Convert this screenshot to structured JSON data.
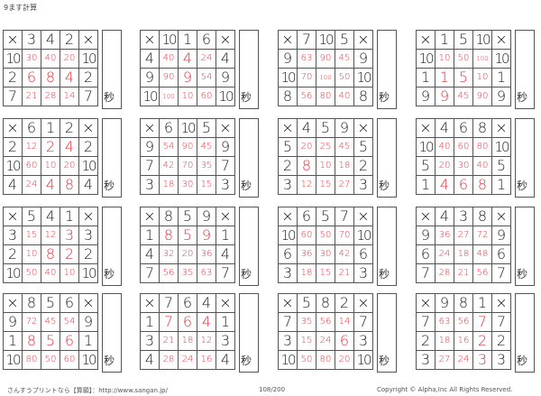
{
  "title": "9ます計算",
  "op_symbol": "×",
  "seconds_label": "秒",
  "grids": [
    {
      "cols": [
        3,
        4,
        2
      ],
      "rows": [
        10,
        2,
        7
      ],
      "products": [
        [
          30,
          40,
          20
        ],
        [
          6,
          8,
          4
        ],
        [
          21,
          28,
          14
        ]
      ]
    },
    {
      "cols": [
        10,
        1,
        6
      ],
      "rows": [
        4,
        9,
        10
      ],
      "products": [
        [
          40,
          4,
          24
        ],
        [
          90,
          9,
          54
        ],
        [
          100,
          10,
          60
        ]
      ]
    },
    {
      "cols": [
        7,
        10,
        5
      ],
      "rows": [
        9,
        10,
        8
      ],
      "products": [
        [
          63,
          90,
          45
        ],
        [
          70,
          100,
          50
        ],
        [
          56,
          80,
          40
        ]
      ]
    },
    {
      "cols": [
        1,
        5,
        10
      ],
      "rows": [
        10,
        1,
        9
      ],
      "products": [
        [
          10,
          50,
          100
        ],
        [
          1,
          5,
          10
        ],
        [
          9,
          45,
          90
        ]
      ]
    },
    {
      "cols": [
        6,
        1,
        2
      ],
      "rows": [
        2,
        10,
        4
      ],
      "products": [
        [
          12,
          2,
          4
        ],
        [
          60,
          10,
          20
        ],
        [
          24,
          4,
          8
        ]
      ]
    },
    {
      "cols": [
        6,
        10,
        5
      ],
      "rows": [
        9,
        7,
        3
      ],
      "products": [
        [
          54,
          90,
          45
        ],
        [
          42,
          70,
          35
        ],
        [
          18,
          30,
          15
        ]
      ]
    },
    {
      "cols": [
        4,
        5,
        9
      ],
      "rows": [
        5,
        2,
        3
      ],
      "products": [
        [
          20,
          25,
          45
        ],
        [
          8,
          10,
          18
        ],
        [
          12,
          15,
          27
        ]
      ]
    },
    {
      "cols": [
        4,
        6,
        8
      ],
      "rows": [
        10,
        5,
        1
      ],
      "products": [
        [
          40,
          60,
          80
        ],
        [
          20,
          30,
          40
        ],
        [
          4,
          6,
          8
        ]
      ]
    },
    {
      "cols": [
        5,
        4,
        1
      ],
      "rows": [
        3,
        2,
        10
      ],
      "products": [
        [
          15,
          12,
          3
        ],
        [
          10,
          8,
          2
        ],
        [
          50,
          40,
          10
        ]
      ]
    },
    {
      "cols": [
        8,
        5,
        9
      ],
      "rows": [
        1,
        4,
        7
      ],
      "products": [
        [
          8,
          5,
          9
        ],
        [
          32,
          20,
          36
        ],
        [
          56,
          35,
          63
        ]
      ]
    },
    {
      "cols": [
        6,
        5,
        7
      ],
      "rows": [
        10,
        6,
        3
      ],
      "products": [
        [
          60,
          50,
          70
        ],
        [
          36,
          30,
          42
        ],
        [
          18,
          15,
          21
        ]
      ]
    },
    {
      "cols": [
        4,
        3,
        8
      ],
      "rows": [
        9,
        6,
        7
      ],
      "products": [
        [
          36,
          27,
          72
        ],
        [
          24,
          18,
          48
        ],
        [
          28,
          21,
          56
        ]
      ]
    },
    {
      "cols": [
        8,
        5,
        6
      ],
      "rows": [
        9,
        1,
        10
      ],
      "products": [
        [
          72,
          45,
          54
        ],
        [
          8,
          5,
          6
        ],
        [
          80,
          50,
          60
        ]
      ]
    },
    {
      "cols": [
        7,
        6,
        4
      ],
      "rows": [
        1,
        3,
        4
      ],
      "products": [
        [
          7,
          6,
          4
        ],
        [
          21,
          18,
          12
        ],
        [
          28,
          24,
          16
        ]
      ]
    },
    {
      "cols": [
        5,
        8,
        2
      ],
      "rows": [
        7,
        3,
        10
      ],
      "products": [
        [
          35,
          56,
          14
        ],
        [
          15,
          24,
          6
        ],
        [
          50,
          80,
          20
        ]
      ]
    },
    {
      "cols": [
        9,
        8,
        1
      ],
      "rows": [
        7,
        2,
        3
      ],
      "products": [
        [
          63,
          56,
          7
        ],
        [
          18,
          16,
          2
        ],
        [
          27,
          24,
          3
        ]
      ]
    }
  ],
  "footer": {
    "site": "さんすうプリントなら【算願】：http://www.sangan.jp/",
    "page": "108/200",
    "copyright": "Copyright © Alpha,Inc All Rights Reserved."
  }
}
